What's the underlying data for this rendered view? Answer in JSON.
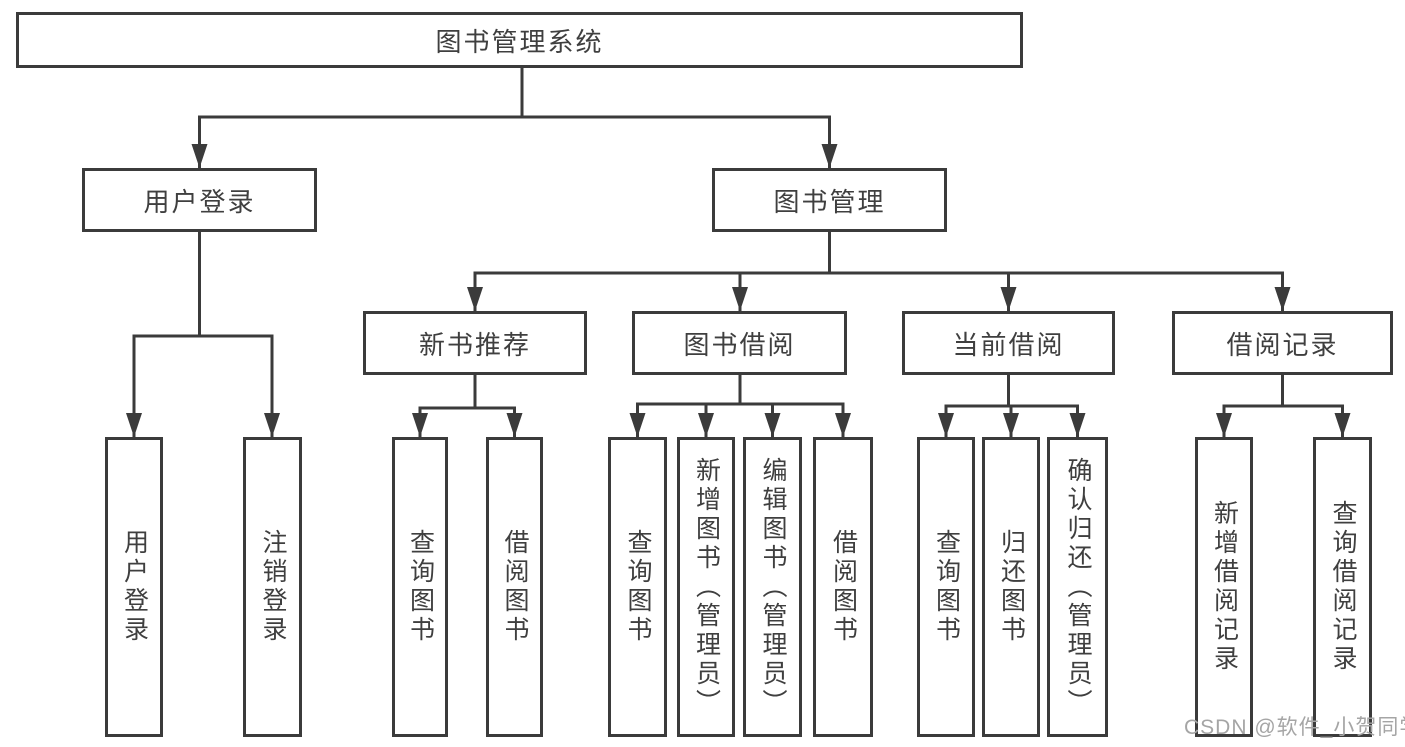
{
  "diagram": {
    "root": {
      "label": "图书管理系统"
    },
    "branches": [
      {
        "label": "用户登录",
        "children": [
          {
            "label": "用户登录"
          },
          {
            "label": "注销登录"
          }
        ]
      },
      {
        "label": "图书管理",
        "children": [
          {
            "label": "新书推荐",
            "children": [
              {
                "label": "查询图书"
              },
              {
                "label": "借阅图书"
              }
            ]
          },
          {
            "label": "图书借阅",
            "children": [
              {
                "label": "查询图书"
              },
              {
                "label": "新增图书（管理员）"
              },
              {
                "label": "编辑图书（管理员）"
              },
              {
                "label": "借阅图书"
              }
            ]
          },
          {
            "label": "当前借阅",
            "children": [
              {
                "label": "查询图书"
              },
              {
                "label": "归还图书"
              },
              {
                "label": "确认归还（管理员）"
              }
            ]
          },
          {
            "label": "借阅记录",
            "children": [
              {
                "label": "新增借阅记录"
              },
              {
                "label": "查询借阅记录"
              }
            ]
          }
        ]
      }
    ]
  },
  "watermark": {
    "text": "CSDN @软件_小贺同学"
  },
  "colors": {
    "line": "#3b3b3b",
    "text": "#3f3f3f",
    "watermark": "#a5a5a5",
    "bg": "#ffffff"
  }
}
